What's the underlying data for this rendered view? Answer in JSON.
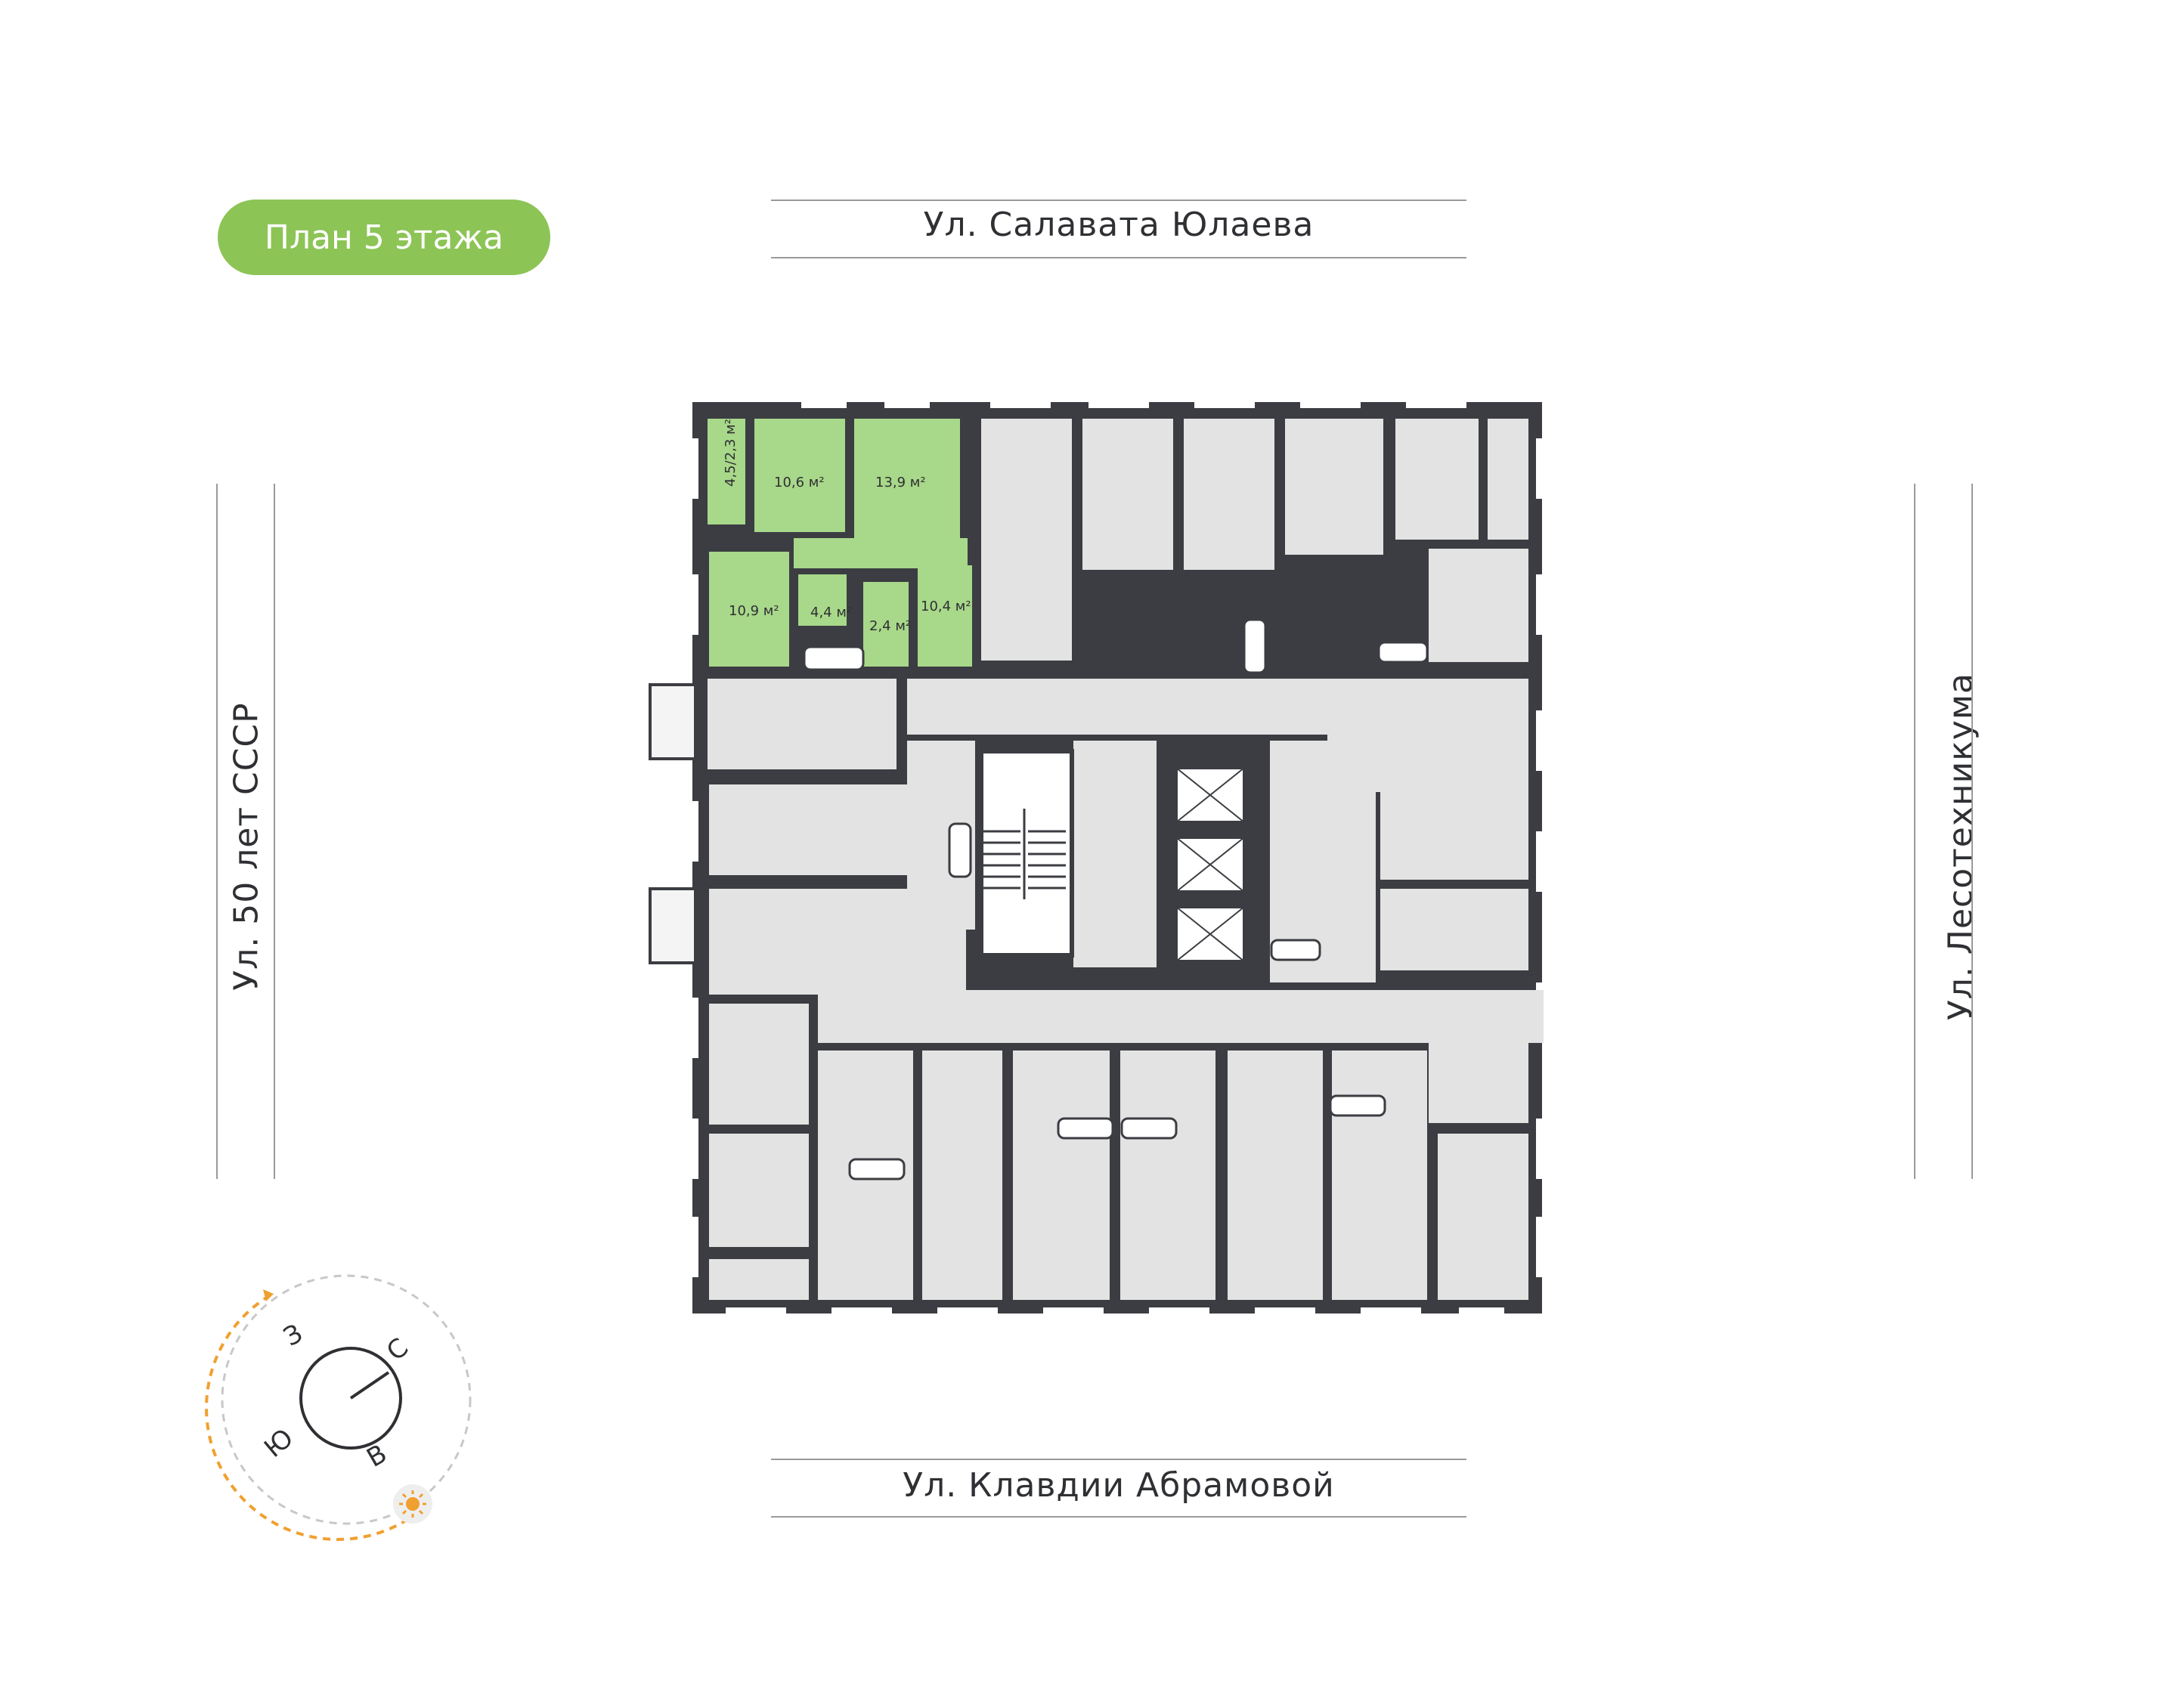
{
  "header": {
    "floor_label": "План 5 этажа"
  },
  "streets": {
    "top": "Ул. Салавата Юлаева",
    "bottom": "Ул. Клавдии Абрамовой",
    "left": "Ул. 50 лет СССР",
    "right": "Ул. Лесотехникума"
  },
  "apartment": {
    "rooms": [
      {
        "label": "4,5/2,3 м²"
      },
      {
        "label": "10,6 м²"
      },
      {
        "label": "13,9 м²"
      },
      {
        "label": "10,9 м²"
      },
      {
        "label": "4,4 м²"
      },
      {
        "label": "2,4 м²"
      },
      {
        "label": "10,4 м²"
      }
    ]
  },
  "compass": {
    "north": "С",
    "east": "В",
    "south": "Ю",
    "west": "З"
  },
  "colors": {
    "highlight": "#a8d88a",
    "badge": "#8cc456",
    "room": "#e3e3e3",
    "wall": "#3b3d42",
    "sun_path": "#f0a030"
  }
}
